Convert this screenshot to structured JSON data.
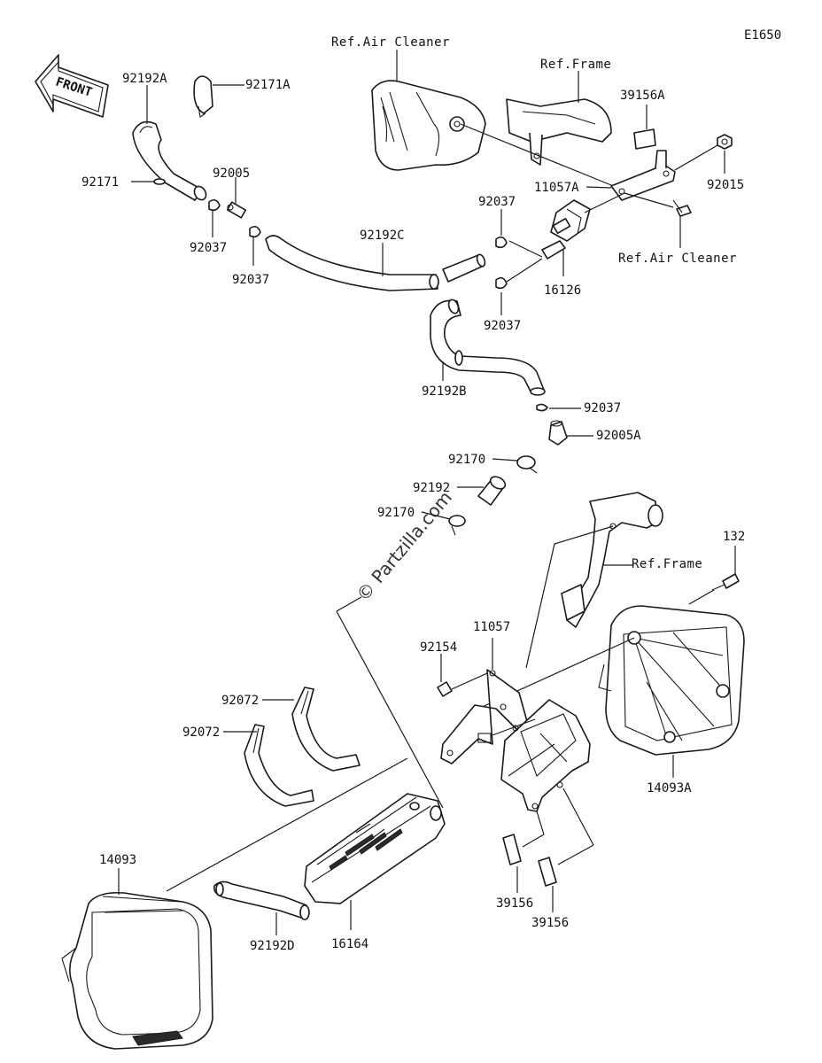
{
  "diagram_code": "E1650",
  "front_label": "FRONT",
  "watermark": "© Partzilla.com",
  "references": {
    "air_cleaner_top": "Ref.Air Cleaner",
    "frame_top": "Ref.Frame",
    "air_cleaner_right": "Ref.Air Cleaner",
    "frame_mid": "Ref.Frame"
  },
  "parts": {
    "p92192A": "92192A",
    "p92171A": "92171A",
    "p92171": "92171",
    "p92005": "92005",
    "p92037_a": "92037",
    "p92037_b": "92037",
    "p92192C": "92192C",
    "p92037_c": "92037",
    "p11057A": "11057A",
    "p39156A": "39156A",
    "p92015": "92015",
    "p16126": "16126",
    "p92037_d": "92037",
    "p92192B": "92192B",
    "p92037_e": "92037",
    "p92005A": "92005A",
    "p92170_a": "92170",
    "p92192": "92192",
    "p92170_b": "92170",
    "p132": "132",
    "p11057": "11057",
    "p92154": "92154",
    "p92072_a": "92072",
    "p92072_b": "92072",
    "p14093A": "14093A",
    "p14093": "14093",
    "p39156_a": "39156",
    "p39156_b": "39156",
    "p92192D": "92192D",
    "p16164": "16164"
  }
}
